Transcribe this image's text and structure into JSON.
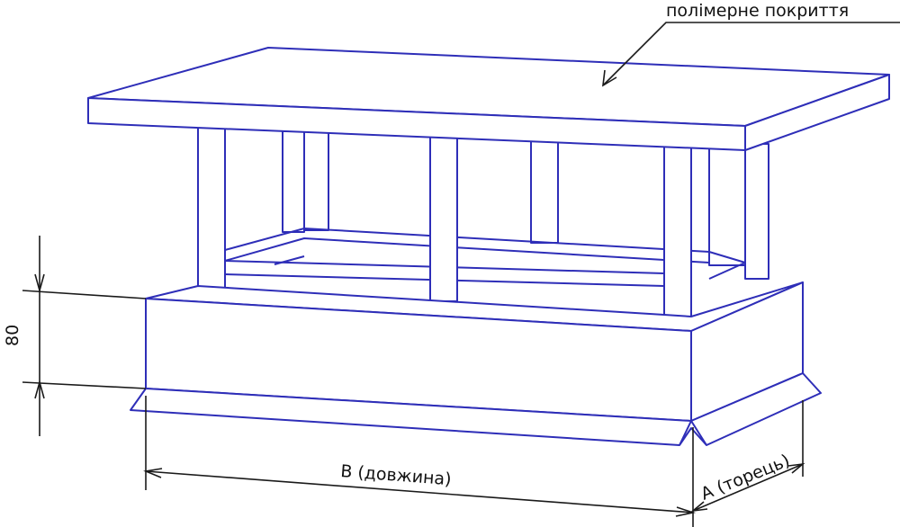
{
  "labels": {
    "coating": "полімерне покриття",
    "height_dim": "80",
    "length_dim": "B (довжина)",
    "end_dim": "A (торець)"
  },
  "colors": {
    "outline": "#2e2eb8",
    "dimension": "#1a1a1a"
  }
}
